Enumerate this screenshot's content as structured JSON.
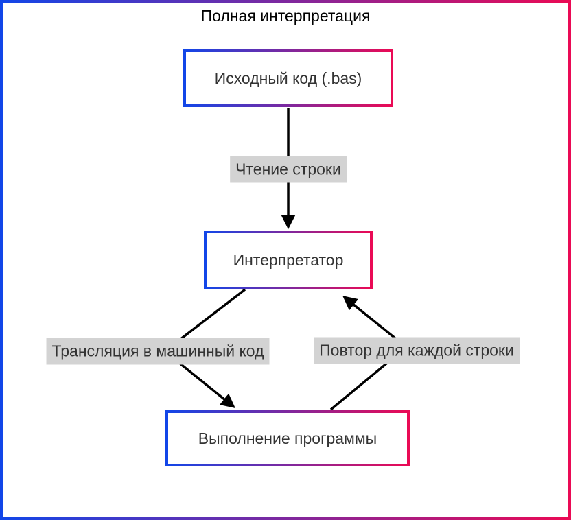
{
  "diagram": {
    "title": "Полная интерпретация",
    "nodes": [
      {
        "id": "source",
        "label": "Исходный код (.bas)"
      },
      {
        "id": "interpreter",
        "label": "Интерпретатор"
      },
      {
        "id": "execution",
        "label": "Выполнение программы"
      }
    ],
    "edges": [
      {
        "from": "source",
        "to": "interpreter",
        "label": "Чтение строки"
      },
      {
        "from": "interpreter",
        "to": "execution",
        "label": "Трансляция в машинный код"
      },
      {
        "from": "execution",
        "to": "interpreter",
        "label": "Повтор для каждой строки"
      }
    ],
    "colors": {
      "gradient_start": "#1246e8",
      "gradient_end": "#ea0a55",
      "edge_label_background": "#d3d3d3",
      "arrow": "#000000",
      "node_background": "#ffffff",
      "text": "#333333"
    }
  }
}
